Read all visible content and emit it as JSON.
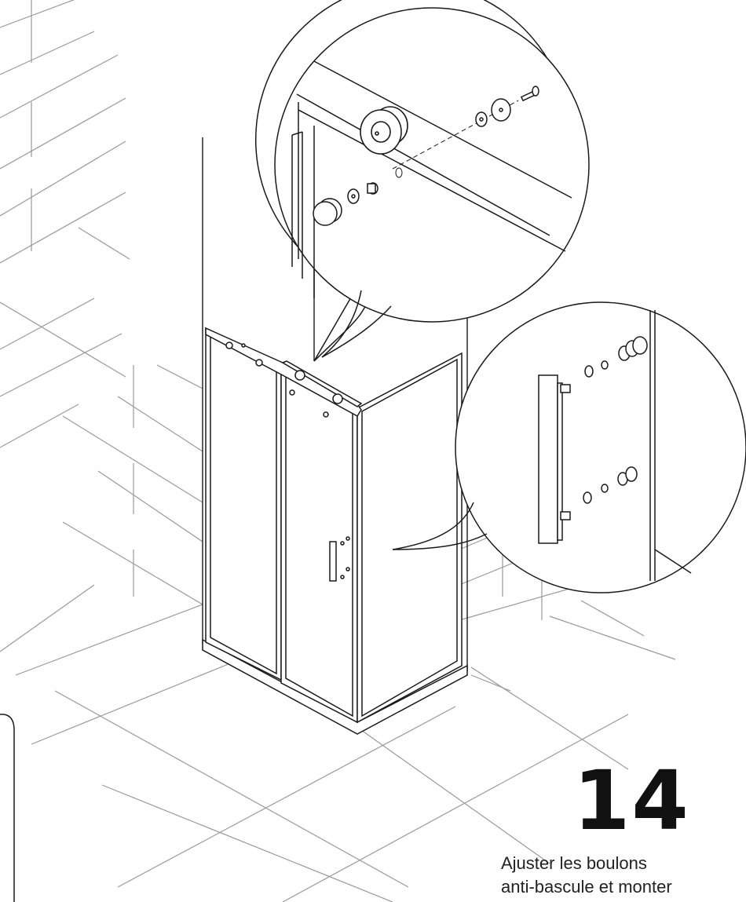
{
  "step": {
    "number": "14",
    "caption_lines": [
      "Ajuster les boulons",
      "anti-bascule et monter"
    ]
  },
  "colors": {
    "line": "#1a1a1a",
    "grid": "#9a9a9a",
    "background": "#ffffff"
  }
}
